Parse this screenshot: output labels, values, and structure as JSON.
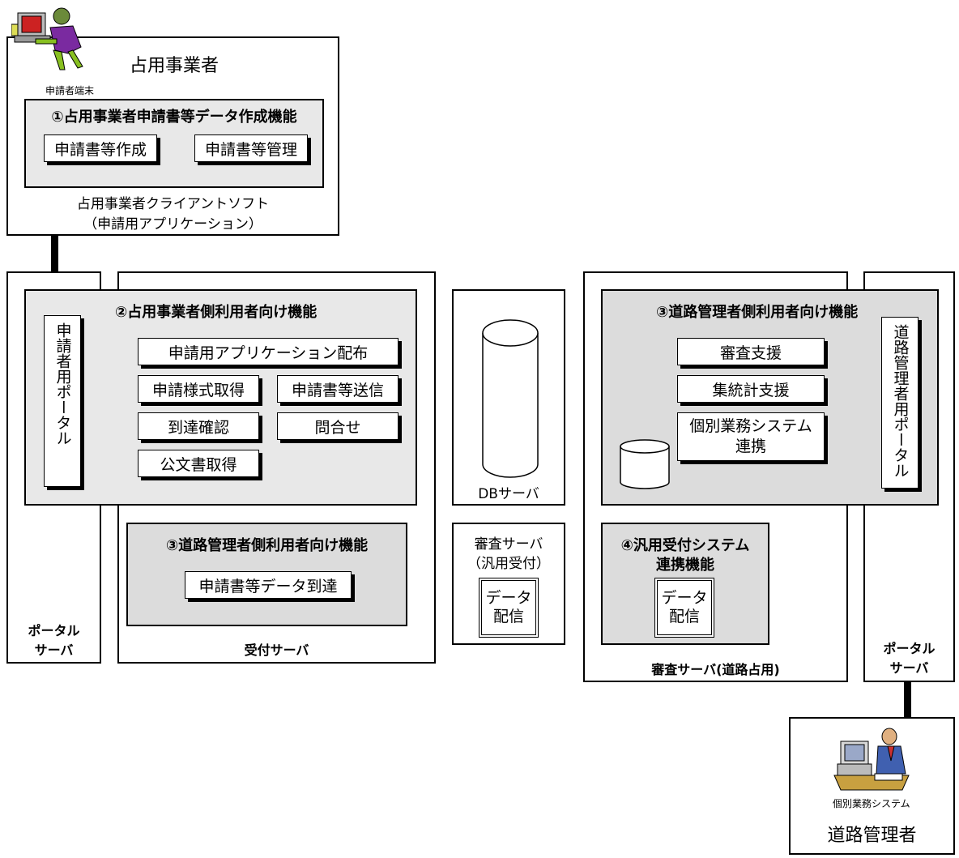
{
  "applicant": {
    "title": "占用事業者",
    "terminal_label": "申請者端末",
    "func1_title": "①占用事業者申請書等データ作成機能",
    "btn_create": "申請書等作成",
    "btn_manage": "申請書等管理",
    "software_line1": "占用事業者クライアントソフト",
    "software_line2": "（申請用アプリケーション）"
  },
  "portal_left": {
    "label_line1": "ポータル",
    "label_line2": "サーバ",
    "vertical_label": "申請者用ポータル"
  },
  "func2": {
    "title": "②占用事業者側利用者向け機能",
    "btn_distribute": "申請用アプリケーション配布",
    "btn_form": "申請様式取得",
    "btn_send": "申請書等送信",
    "btn_confirm": "到達確認",
    "btn_inquiry": "問合せ",
    "btn_official": "公文書取得"
  },
  "reception": {
    "func3_title": "③道路管理者側利用者向け機能",
    "btn_arrival": "申請書等データ到達",
    "label": "受付サーバ"
  },
  "db_server": {
    "label": "DBサーバ"
  },
  "exam_general": {
    "label_line1": "審査サーバ",
    "label_line2": "（汎用受付）",
    "deliver_line1": "データ",
    "deliver_line2": "配信"
  },
  "exam_road": {
    "func3_title": "③道路管理者側利用者向け機能",
    "btn_review": "審査支援",
    "btn_stats": "集統計支援",
    "btn_link_line1": "個別業務システム",
    "btn_link_line2": "連携",
    "func4_line1": "④汎用受付システム",
    "func4_line2": "連携機能",
    "deliver_line1": "データ",
    "deliver_line2": "配信",
    "label": "審査サーバ(道路占用)"
  },
  "portal_right": {
    "vertical_label": "道路管理者用ポータル",
    "label_line1": "ポータル",
    "label_line2": "サーバ"
  },
  "admin": {
    "system_label": "個別業務システム",
    "title": "道路管理者"
  }
}
